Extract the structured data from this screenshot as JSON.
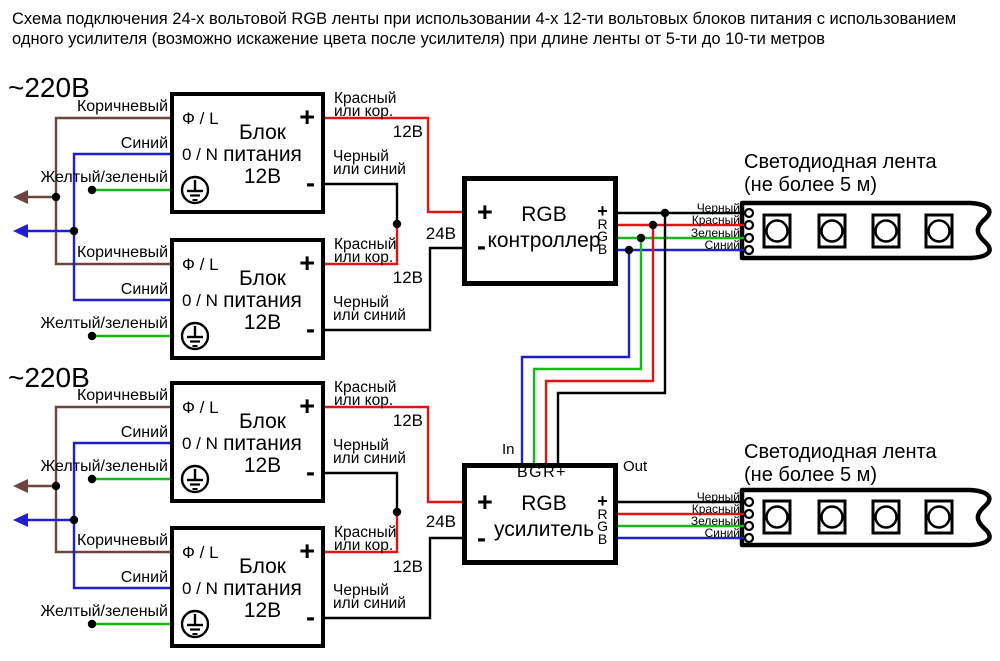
{
  "title": {
    "line1": "Схема подключения 24-х вольтовой RGB ленты при использовании 4-х 12-ти вольтовых блоков питания с использованием",
    "line2": "одного усилителя (возможно искажение цвета после усилителя) при длине ленты от 5-ти до 10-ти метров"
  },
  "colors": {
    "brown": "#6d453c",
    "blue": "#1f1fd0",
    "green": "#17b817",
    "red": "#dd1515",
    "black": "#000000"
  },
  "ac": {
    "label": "~220В",
    "brown": "Коричневый",
    "blue": "Синий",
    "ground": "Желтый/зеленый"
  },
  "psu": {
    "fl": "Ф / L",
    "neutral": "0 / N",
    "name1": "Блок",
    "name2": "питания",
    "name3": "12В",
    "plus": "+",
    "minus": "-"
  },
  "dc": {
    "red1": "Красный",
    "red2": "или кор.",
    "black1": "Черный",
    "black2": "или синий",
    "v12": "12В",
    "v24": "24В"
  },
  "controller": {
    "name1": "RGB",
    "name2": "контроллер",
    "plus": "+",
    "minus": "-",
    "t0": "+",
    "t1": "R",
    "t2": "G",
    "t3": "B"
  },
  "amplifier": {
    "name1": "RGB",
    "name2": "усилитель",
    "plus": "+",
    "minus": "-",
    "in": "In",
    "out": "Out",
    "top": "BGR+",
    "t0": "+",
    "t1": "R",
    "t2": "G",
    "t3": "B"
  },
  "strip": {
    "title1": "Светодиодная лента",
    "title2": "(не более 5 м)",
    "w0": "Черный",
    "w1": "Красный",
    "w2": "Зеленый",
    "w3": "Синий"
  }
}
